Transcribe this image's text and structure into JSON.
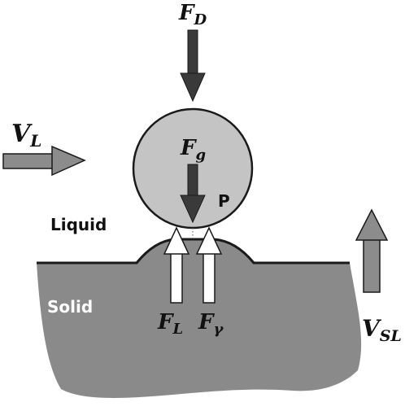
{
  "labels": {
    "force_drag": "F",
    "force_drag_sub": "D",
    "velocity_liquid": "V",
    "velocity_liquid_sub": "L",
    "force_gravity": "F",
    "force_gravity_sub": "g",
    "particle": "P",
    "liquid": "Liquid",
    "solid": "Solid",
    "force_lift": "F",
    "force_lift_sub": "L",
    "force_surface": "F",
    "force_surface_sub": "γ",
    "velocity_solid_liquid": "V",
    "velocity_solid_liquid_sub": "SL"
  },
  "colors": {
    "solid_fill": "#8a8a8a",
    "particle_fill": "#c4c4c4",
    "dark_arrow": "#3a3a3a",
    "gray_arrow": "#8c8c8c",
    "white_arrow": "#ffffff",
    "outline": "#1a1a1a"
  }
}
